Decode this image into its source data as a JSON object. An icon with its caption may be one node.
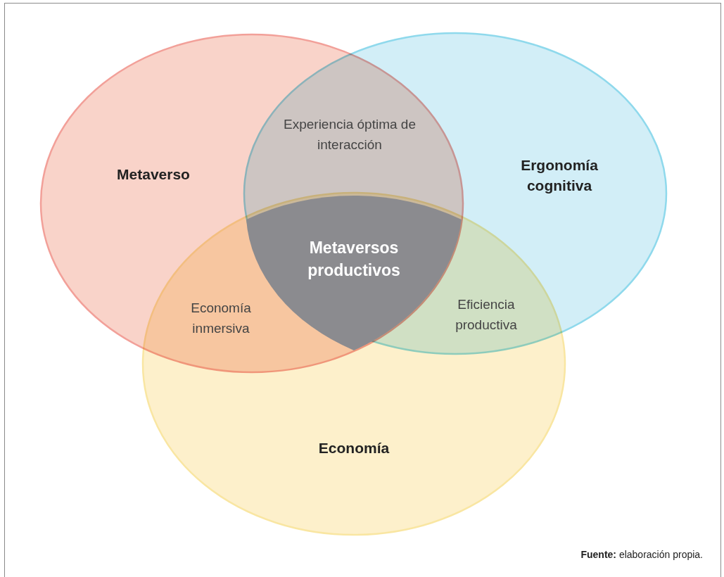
{
  "diagram": {
    "caption": "**Fuente:** elaboración propia.",
    "nodes": [
      {
        "text": [
          "Metaverso"
        ]
      },
      {
        "text": [
          "Ergonomía cognitiva"
        ]
      },
      {
        "text": [
          "Economía"
        ]
      },
      {
        "text": [
          "Metaversos productivos"
        ]
      }
    ],
    "labels": [
      "Experiencia óptima de interacción",
      "Economía inmersiva",
      "Eficiencia productiva"
    ]
  }
}
